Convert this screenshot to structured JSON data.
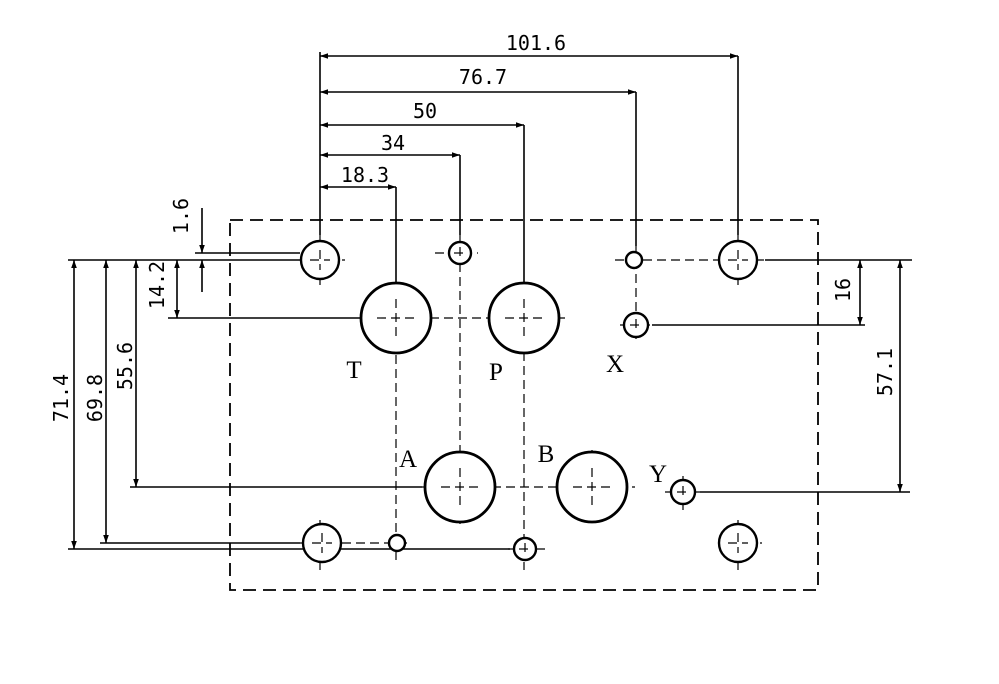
{
  "dimensions": {
    "horizontal": [
      "101.6",
      "76.7",
      "50",
      "34",
      "18.3"
    ],
    "vertical_left": [
      "1.6",
      "14.2",
      "55.6",
      "69.8",
      "71.4"
    ],
    "vertical_right": [
      "16",
      "57.1"
    ]
  },
  "ports": {
    "T": "T",
    "P": "P",
    "X": "X",
    "A": "A",
    "B": "B",
    "Y": "Y"
  }
}
